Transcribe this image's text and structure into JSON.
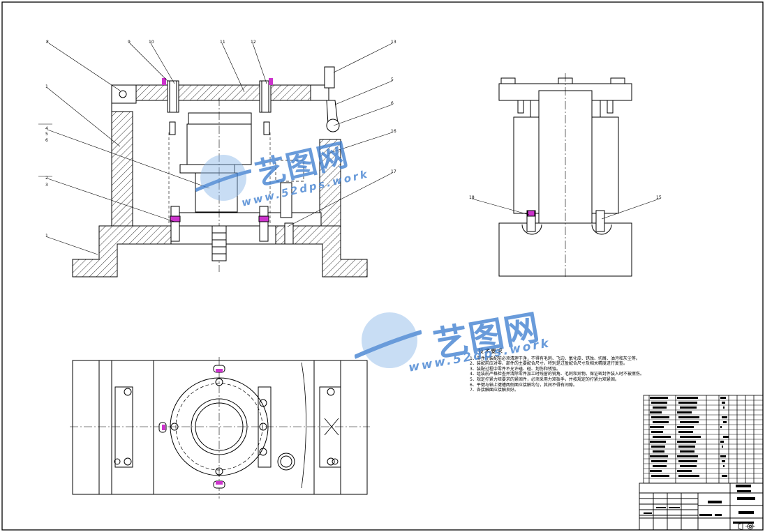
{
  "watermark": {
    "brand": "艺图网",
    "url": "www.52dps.work"
  },
  "technical_notes": {
    "title": "技术要求",
    "items": [
      "1、零件在装配前必须清理干净，不得有毛刺、飞边、氧化皮、锈蚀、切屑、油污和灰尘等。",
      "2、装配前应对零、部件的主要配合尺寸，特别是过盈配合尺寸及相关精度进行复查。",
      "3、装配过程中零件不允许磕、碰、划伤和锈蚀。",
      "4、组装前严格检查并清除零件加工时残留的锐角、毛刺和异物。保证密封件装入时不被擦伤。",
      "5、规定拧紧力矩要求的紧固件，必须采用力矩扳手，并按规定的拧紧力矩紧固。",
      "6、平键与轴上键槽两侧面应接触均匀，其间不得有间隙。",
      "7、各接触面应接触良好。"
    ]
  },
  "balloons": {
    "front": [
      "8",
      "9",
      "10",
      "11",
      "12",
      "13",
      "1",
      "4",
      "5",
      "6",
      "2",
      "3",
      "1",
      "5",
      "6",
      "16",
      "17"
    ],
    "side": [
      "18",
      "15"
    ]
  },
  "colors": {
    "line": "#000000",
    "watermark": "#3f7fd0",
    "highlight": "#cc33cc"
  }
}
